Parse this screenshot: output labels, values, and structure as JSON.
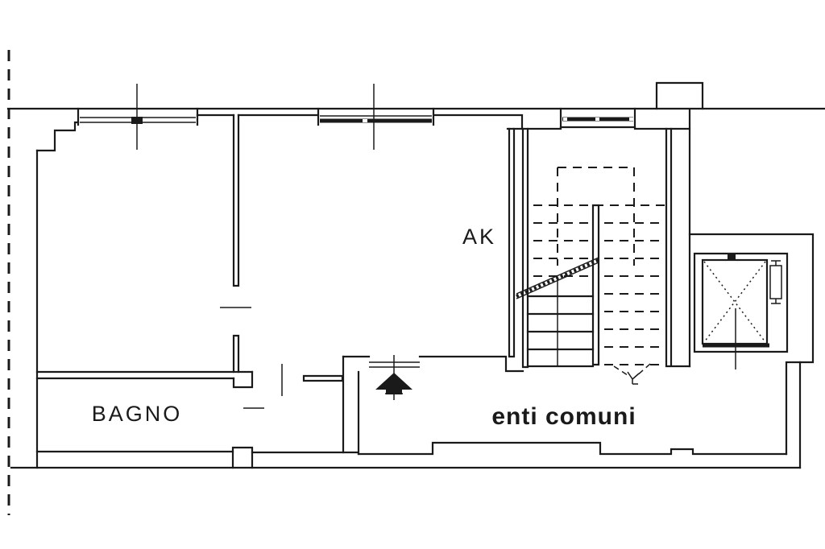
{
  "plan": {
    "labels": {
      "bathroom": "BAGNO",
      "ak_room": "AK",
      "common_area": "enti comuni"
    },
    "colors": {
      "background": "#ffffff",
      "line": "#1a1a1a"
    }
  }
}
